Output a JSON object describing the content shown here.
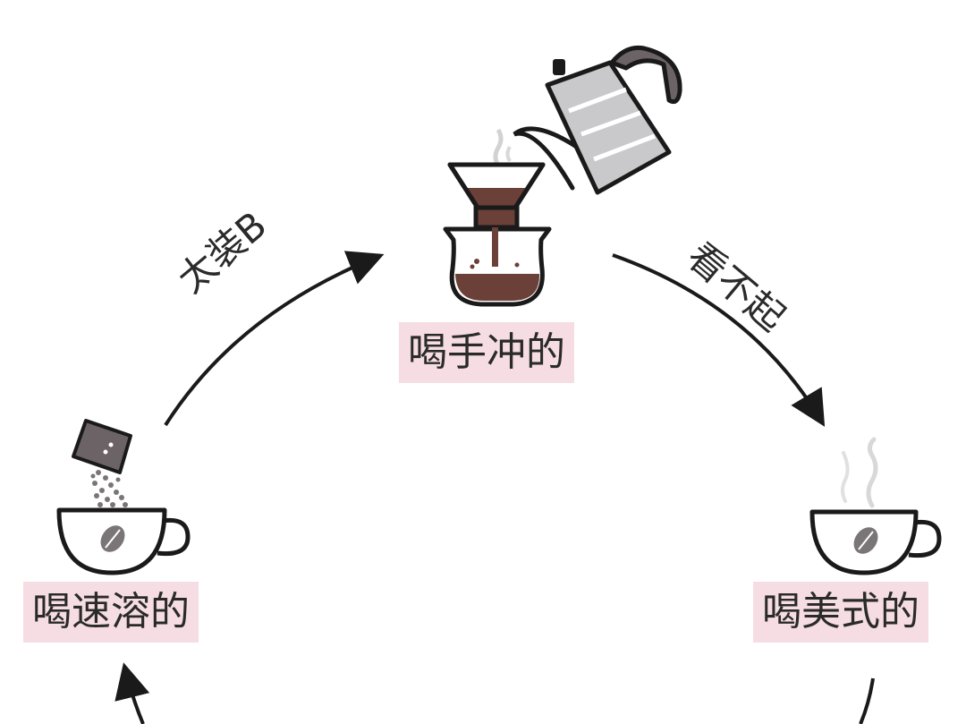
{
  "nodes": {
    "pour_over": {
      "label": "喝手冲的"
    },
    "instant": {
      "label": "喝速溶的"
    },
    "americano": {
      "label": "喝美式的"
    }
  },
  "arrows": {
    "instant_to_pour_over": {
      "label": "太装B"
    },
    "pour_over_to_americano": {
      "label": "看不起"
    }
  },
  "colors": {
    "label_bg": "#f5dde3",
    "line": "#1a1a1a",
    "coffee": "#6b4038",
    "kettle": "#c9c9cc",
    "handle": "#6b6365",
    "steam": "#cfcfcf"
  }
}
